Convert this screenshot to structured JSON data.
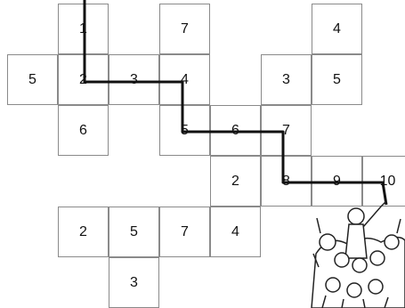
{
  "puzzle": {
    "cells": [
      {
        "row": 0,
        "col": 1,
        "label": "1"
      },
      {
        "row": 0,
        "col": 3,
        "label": "7"
      },
      {
        "row": 0,
        "col": 6,
        "label": "4"
      },
      {
        "row": 1,
        "col": 0,
        "label": "5"
      },
      {
        "row": 1,
        "col": 1,
        "label": "2"
      },
      {
        "row": 1,
        "col": 2,
        "label": "3"
      },
      {
        "row": 1,
        "col": 3,
        "label": "4"
      },
      {
        "row": 1,
        "col": 5,
        "label": "3"
      },
      {
        "row": 1,
        "col": 6,
        "label": "5"
      },
      {
        "row": 2,
        "col": 1,
        "label": "6"
      },
      {
        "row": 2,
        "col": 3,
        "label": "5"
      },
      {
        "row": 2,
        "col": 4,
        "label": "6"
      },
      {
        "row": 2,
        "col": 5,
        "label": "7"
      },
      {
        "row": 3,
        "col": 4,
        "label": "2"
      },
      {
        "row": 3,
        "col": 5,
        "label": "8"
      },
      {
        "row": 3,
        "col": 6,
        "label": "9"
      },
      {
        "row": 3,
        "col": 7,
        "label": "10"
      },
      {
        "row": 4,
        "col": 1,
        "label": "2"
      },
      {
        "row": 4,
        "col": 2,
        "label": "5"
      },
      {
        "row": 4,
        "col": 3,
        "label": "7"
      },
      {
        "row": 4,
        "col": 4,
        "label": "4"
      },
      {
        "row": 5,
        "col": 2,
        "label": "3"
      }
    ],
    "path_colour": "#111111"
  }
}
